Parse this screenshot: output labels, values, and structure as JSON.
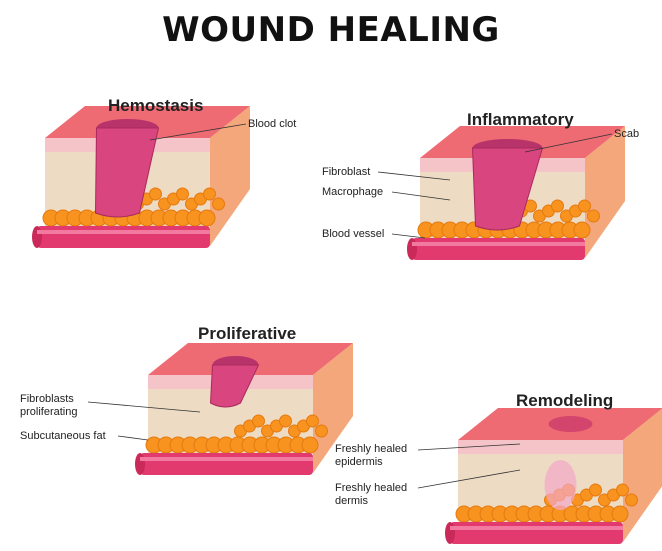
{
  "title": "WOUND HEALING",
  "stages": [
    {
      "name": "Hemostasis",
      "labels": [
        "Blood clot"
      ]
    },
    {
      "name": "Inflammatory",
      "labels": [
        "Scab",
        "Fibroblast",
        "Macrophage",
        "Blood vessel"
      ]
    },
    {
      "name": "Proliferative",
      "labels": [
        "Fibroblasts proliferating",
        "Subcutaneous fat"
      ]
    },
    {
      "name": "Remodeling",
      "labels": [
        "Freshly healed epidermis",
        "Freshly healed dermis"
      ]
    }
  ],
  "colors": {
    "epidermis": "#f4c4c8",
    "dermis": "#eedbc4",
    "fat": "#f7931e",
    "vessel": "#e23a6e",
    "wound": "#d9457f",
    "top": "#ee6b73"
  }
}
